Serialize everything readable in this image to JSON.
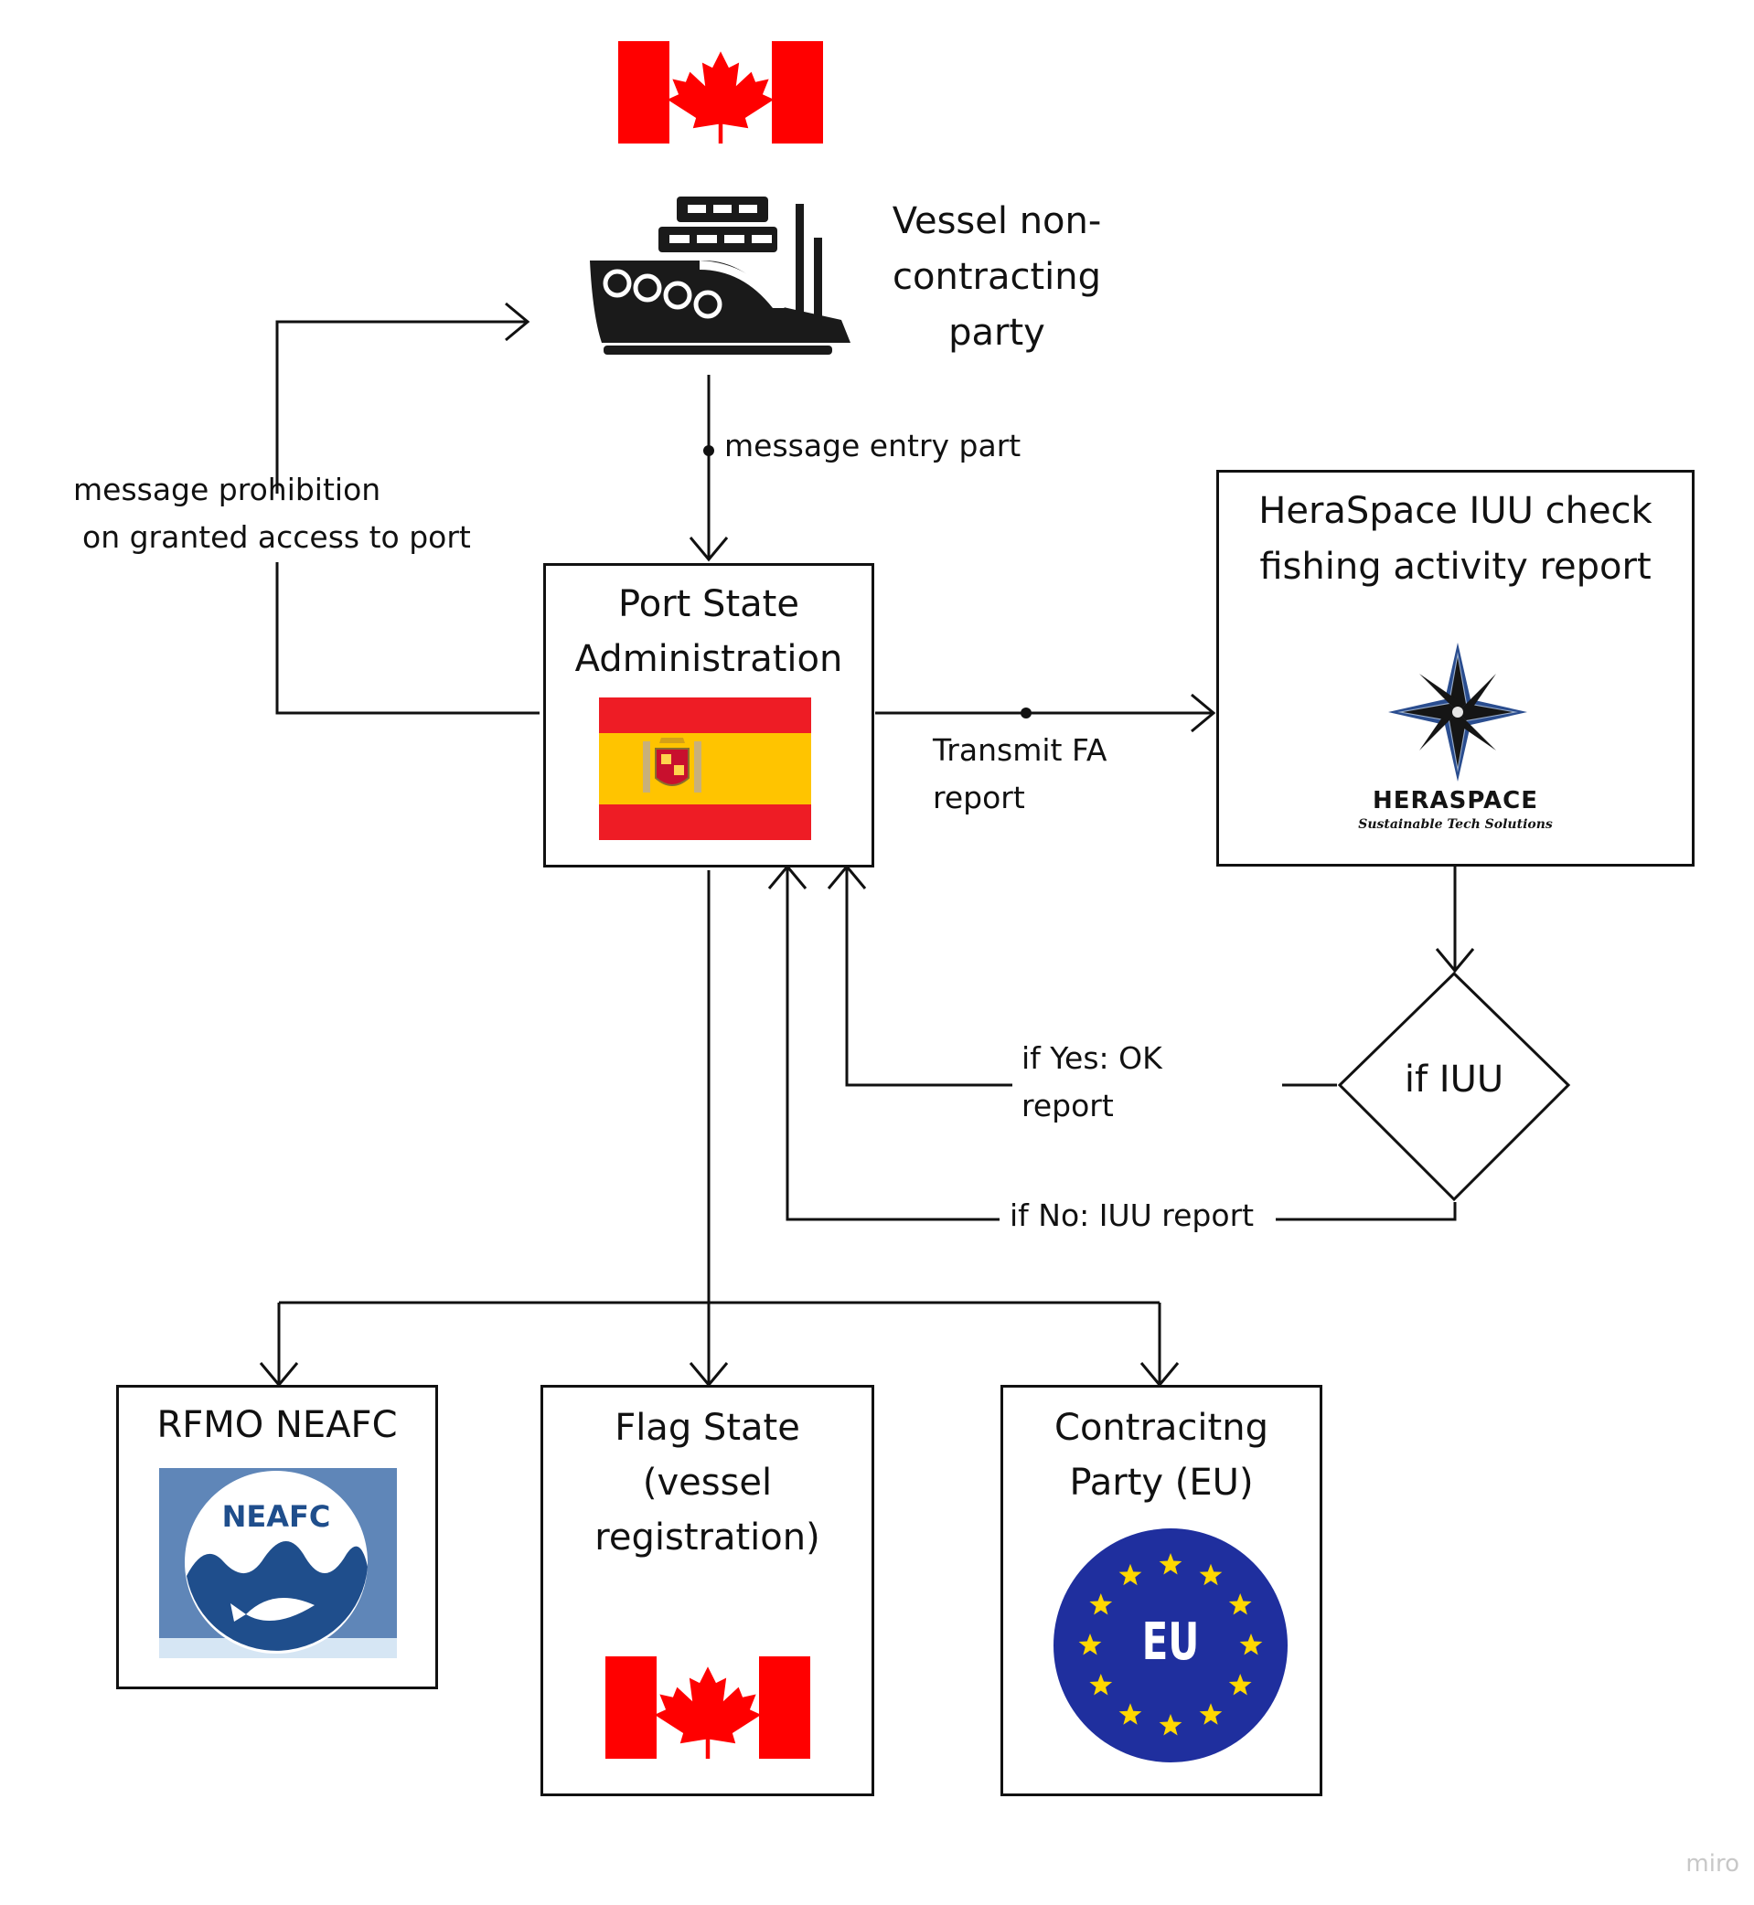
{
  "vessel": {
    "label_lines": [
      "Vessel non-",
      "contracting",
      "party"
    ],
    "icon": "cargo-ship-icon"
  },
  "flows": {
    "entry": "message entry part",
    "prohibition_lines": [
      "message prohibition",
      "on granted access to port"
    ],
    "transmit_lines": [
      "Transmit FA",
      "report"
    ],
    "yes_lines": [
      "if Yes: OK",
      "report"
    ],
    "no": "if No: IUU report"
  },
  "port_state": {
    "title_lines": [
      "Port State",
      "Administration"
    ],
    "flag": "spain-flag"
  },
  "herasapce_box": {
    "title_lines": [
      "HeraSpace IUU check",
      "fishing activity report"
    ],
    "logo_name": "HERASPACE",
    "logo_tagline": "Sustainable Tech Solutions"
  },
  "decision": {
    "label": "if IUU"
  },
  "rfmo": {
    "title": "RFMO NEAFC",
    "logo_text": "NEAFC"
  },
  "flag_state": {
    "title_lines": [
      "Flag State",
      "(vessel",
      "registration)"
    ],
    "flag": "canada-flag"
  },
  "contracting": {
    "title_lines": [
      "Contracitng",
      "Party (EU)"
    ],
    "logo_text": "EU"
  },
  "watermark": "miro",
  "colors": {
    "canada_red": "#ff0000",
    "spain_red": "#ee1c25",
    "spain_yellow": "#ffc400",
    "eu_blue": "#1f2f9e",
    "eu_star": "#ffd700",
    "neafc_blue": "#1f4e8c"
  }
}
